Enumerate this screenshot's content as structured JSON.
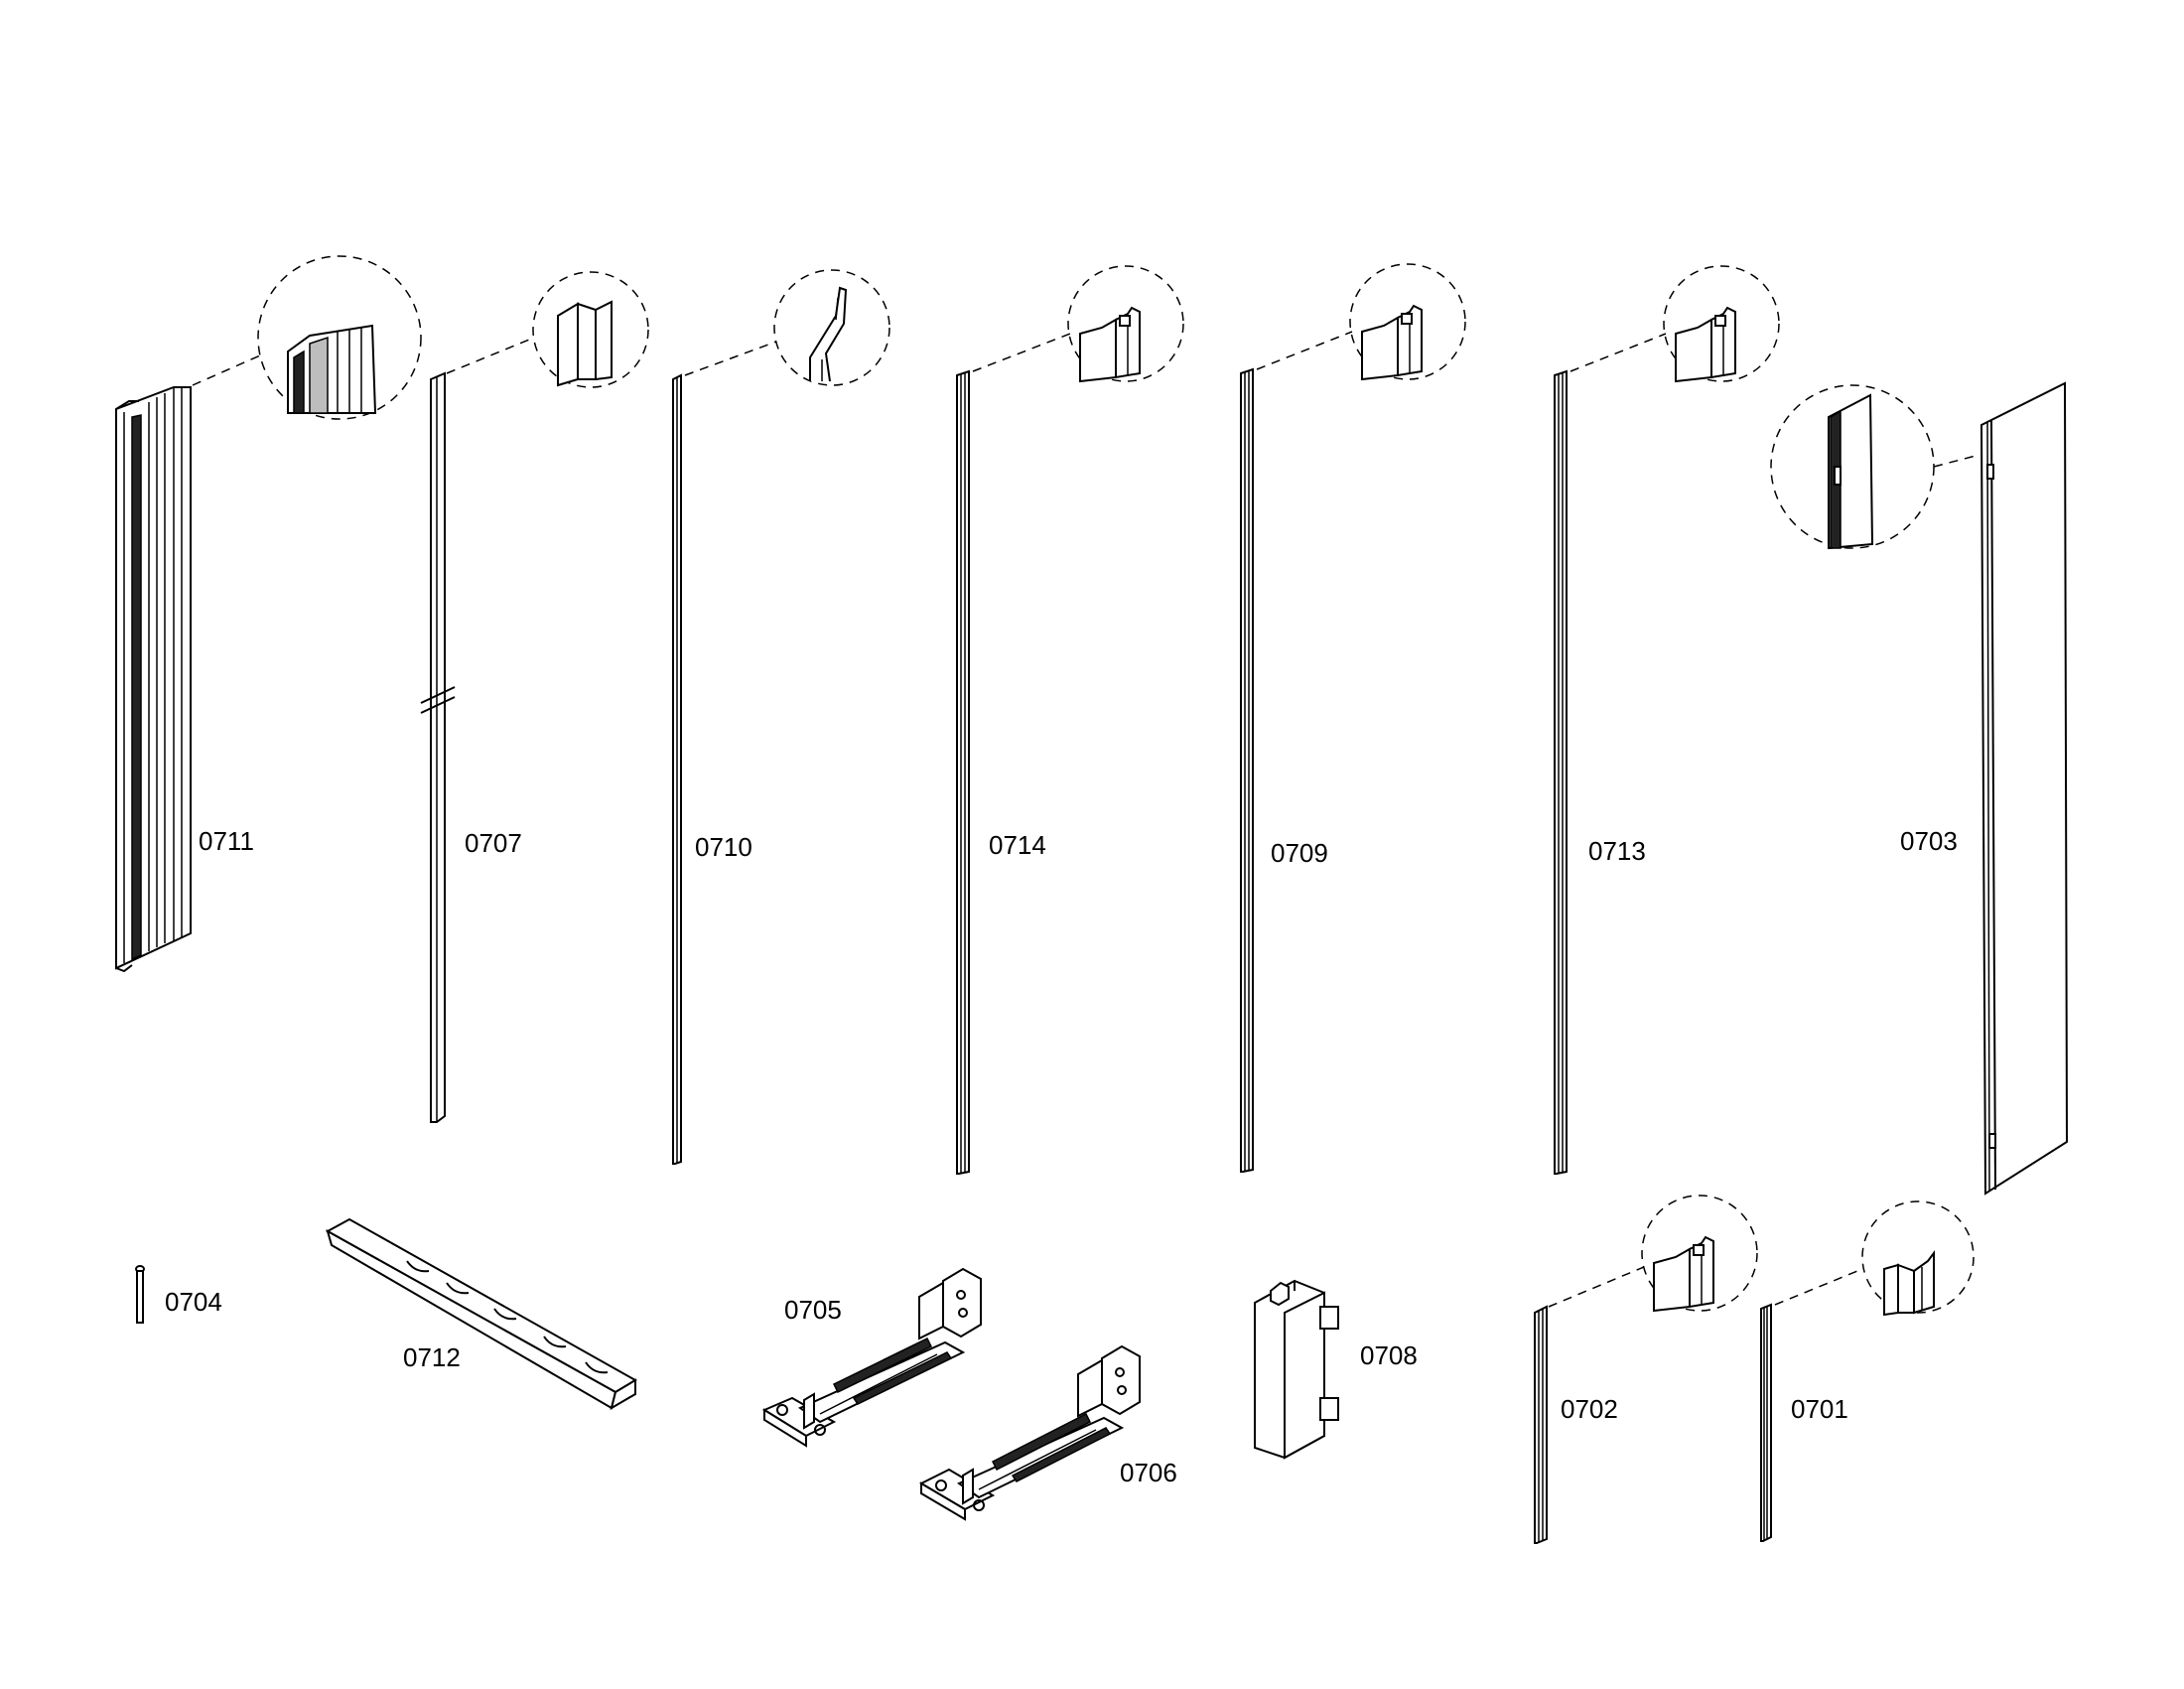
{
  "parts": [
    {
      "id": "p0711",
      "label": "0711"
    },
    {
      "id": "p0707",
      "label": "0707"
    },
    {
      "id": "p0710",
      "label": "0710"
    },
    {
      "id": "p0714",
      "label": "0714"
    },
    {
      "id": "p0709",
      "label": "0709"
    },
    {
      "id": "p0713",
      "label": "0713"
    },
    {
      "id": "p0703",
      "label": "0703"
    },
    {
      "id": "p0704",
      "label": "0704"
    },
    {
      "id": "p0712",
      "label": "0712"
    },
    {
      "id": "p0705",
      "label": "0705"
    },
    {
      "id": "p0706",
      "label": "0706"
    },
    {
      "id": "p0708",
      "label": "0708"
    },
    {
      "id": "p0702",
      "label": "0702"
    },
    {
      "id": "p0701",
      "label": "0701"
    }
  ]
}
